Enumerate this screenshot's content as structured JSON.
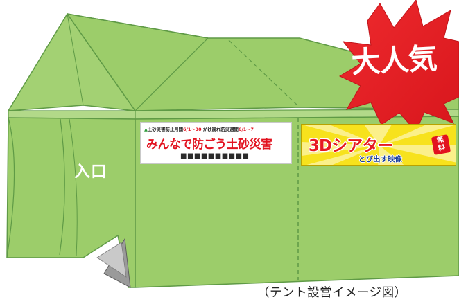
{
  "entrance_label": "入口",
  "popularity_burst": "大人気",
  "banner_left": {
    "period_line": {
      "prefix": "土砂災害防止月間",
      "dates1": "6/1〜30",
      "middle": "がけ崩れ防災週間",
      "dates2": "6/1〜7"
    },
    "headline": "みんなで防ごう土砂災害",
    "redacted_line": "■■■■■■■■■■"
  },
  "banner_right": {
    "headline": "3Dシアター",
    "subline": "とび出す映像",
    "free_badge": "無料"
  },
  "caption": "（テント設営イメージ図）",
  "colors": {
    "tent_green": "#9ccd6a",
    "tent_dark": "#6aa84e",
    "burst_red": "#e51d23",
    "banner_yellow": "#f7e21d"
  }
}
